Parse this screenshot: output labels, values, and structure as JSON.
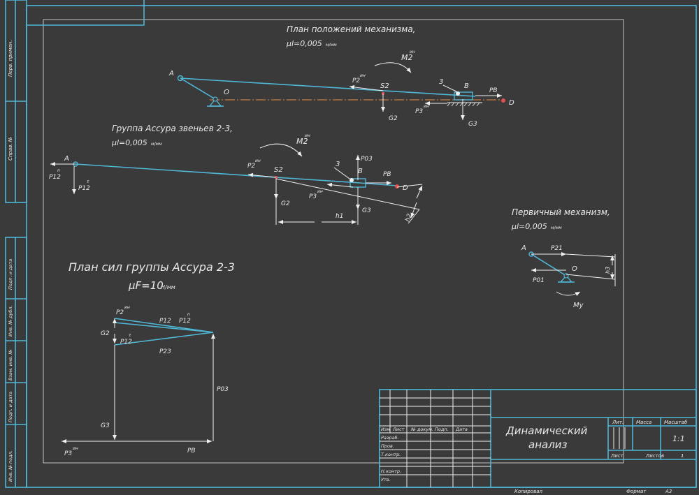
{
  "positions_plan": {
    "title": "План положений механизма,",
    "scale": "μl=0,005",
    "scale_unit": "м/мм",
    "labels": {
      "A": "A",
      "O": "O",
      "S2": "S2",
      "three": "3",
      "B": "B",
      "D": "D",
      "P2": "P2",
      "P2_sup": "ин",
      "M2": "M2",
      "M2_sup": "ин",
      "Pb": "PB",
      "P3": "P3",
      "P3_sup": "ин",
      "G2": "G2",
      "G3": "G3"
    }
  },
  "assur_group": {
    "title": "Группа Ассура звеньев 2-3,",
    "scale": "μl=0,005",
    "scale_unit": "м/мм",
    "labels": {
      "A": "A",
      "P12n": "P12",
      "P12n_sup": "n",
      "P12t": "P12",
      "P12t_sup": "τ",
      "P2": "P2",
      "P2_sup": "ин",
      "S2": "S2",
      "M2": "M2",
      "M2_sup": "ин",
      "three": "3",
      "P03": "P03",
      "B": "B",
      "Pb": "PB",
      "D": "D",
      "G2": "G2",
      "P3": "P3",
      "P3_sup": "ин",
      "G3": "G3",
      "h1": "h1",
      "h2": "h2"
    }
  },
  "primary_mech": {
    "title": "Первичный механизм,",
    "scale": "μl=0,005",
    "scale_unit": "м/мм",
    "labels": {
      "A": "A",
      "P21": "P21",
      "O": "O",
      "P01": "P01",
      "Mu": "Mу",
      "h": "h3"
    }
  },
  "force_plan": {
    "title": "План сил группы Ассура 2-3",
    "scale": "μF=10",
    "scale_unit": "Н/мм",
    "labels": {
      "P2": "P2",
      "P2_sup": "ин",
      "G2": "G2",
      "P12t": "P12",
      "P12t_sup": "τ",
      "P12": "P12",
      "P12n": "P12",
      "P12n_sup": "n",
      "P23": "P23",
      "P03": "P03",
      "G3": "G3",
      "P3": "P3",
      "P3_sup": "ин",
      "Pb": "PB"
    }
  },
  "side_stamps": [
    "Перв. примен.",
    "Справ. №",
    "Подп. и дата",
    "Инв. № дубл.",
    "Взам. инв. №",
    "Подп. и дата",
    "Инв. № подл."
  ],
  "title_block": {
    "drawing_title_1": "Динамический",
    "drawing_title_2": "анализ",
    "headers": [
      "Изм",
      "Лист",
      "№ докум.",
      "Подп.",
      "Дата"
    ],
    "rows": [
      "Разраб.",
      "Пров.",
      "Т.контр.",
      "",
      "Н.контр.",
      "Утв."
    ],
    "lit": "Лит.",
    "mass": "Масса",
    "scale_label": "Масштаб",
    "scale_value": "1:1",
    "sheet": "Лист",
    "sheets": "Листов",
    "sheets_count": "1",
    "copied": "Копировал",
    "format": "Формат",
    "format_value": "А3"
  },
  "colors": {
    "link": "#4fb6d6",
    "frame": "#4fb6d6",
    "axis": "#c87a3a",
    "dot": "#e05050",
    "ink": "#e8e8e8"
  }
}
